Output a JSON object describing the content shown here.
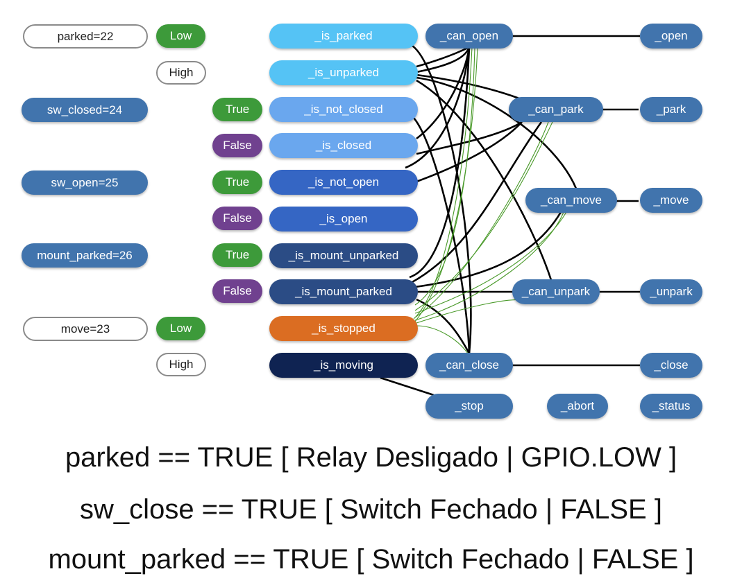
{
  "colors": {
    "sensor_blue": "#4174ad",
    "low_true_green": "#3d9a3a",
    "false_purple": "#70418f",
    "parked_light": "#55c3f5",
    "closed_light": "#6aa7ee",
    "open_mid": "#3566c4",
    "mount_dark": "#2b4c85",
    "stopped_orange": "#db6d22",
    "moving_navy": "#0f2352",
    "command_blue": "#4174ad",
    "wire_black": "#000000",
    "wire_green": "#4a9a2a"
  },
  "inputs": {
    "parked": "parked=22",
    "sw_closed": "sw_closed=24",
    "sw_open": "sw_open=25",
    "mount_parked": "mount_parked=26",
    "move": "move=23"
  },
  "levels": {
    "parked_low": "Low",
    "parked_high": "High",
    "sw_closed_true": "True",
    "sw_closed_false": "False",
    "sw_open_true": "True",
    "sw_open_false": "False",
    "mount_true": "True",
    "mount_false": "False",
    "move_low": "Low",
    "move_high": "High"
  },
  "states": {
    "is_parked": "_is_parked",
    "is_unparked": "_is_unparked",
    "is_not_closed": "_is_not_closed",
    "is_closed": "_is_closed",
    "is_not_open": "_is_not_open",
    "is_open": "_is_open",
    "is_mount_unparked": "_is_mount_unparked",
    "is_mount_parked": "_is_mount_parked",
    "is_stopped": "_is_stopped",
    "is_moving": "_is_moving"
  },
  "checks": {
    "can_open": "_can_open",
    "can_park": "_can_park",
    "can_move": "_can_move",
    "can_unpark": "_can_unpark",
    "can_close": "_can_close",
    "stop": "_stop"
  },
  "actions": {
    "open": "_open",
    "park": "_park",
    "move": "_move",
    "unpark": "_unpark",
    "close": "_close",
    "abort": "_abort",
    "status": "_status"
  },
  "notes": {
    "line1": "parked == TRUE [ Relay Desligado | GPIO.LOW ]",
    "line2": "sw_close == TRUE [ Switch Fechado | FALSE ]",
    "line3": "mount_parked == TRUE [ Switch Fechado | FALSE ]"
  }
}
